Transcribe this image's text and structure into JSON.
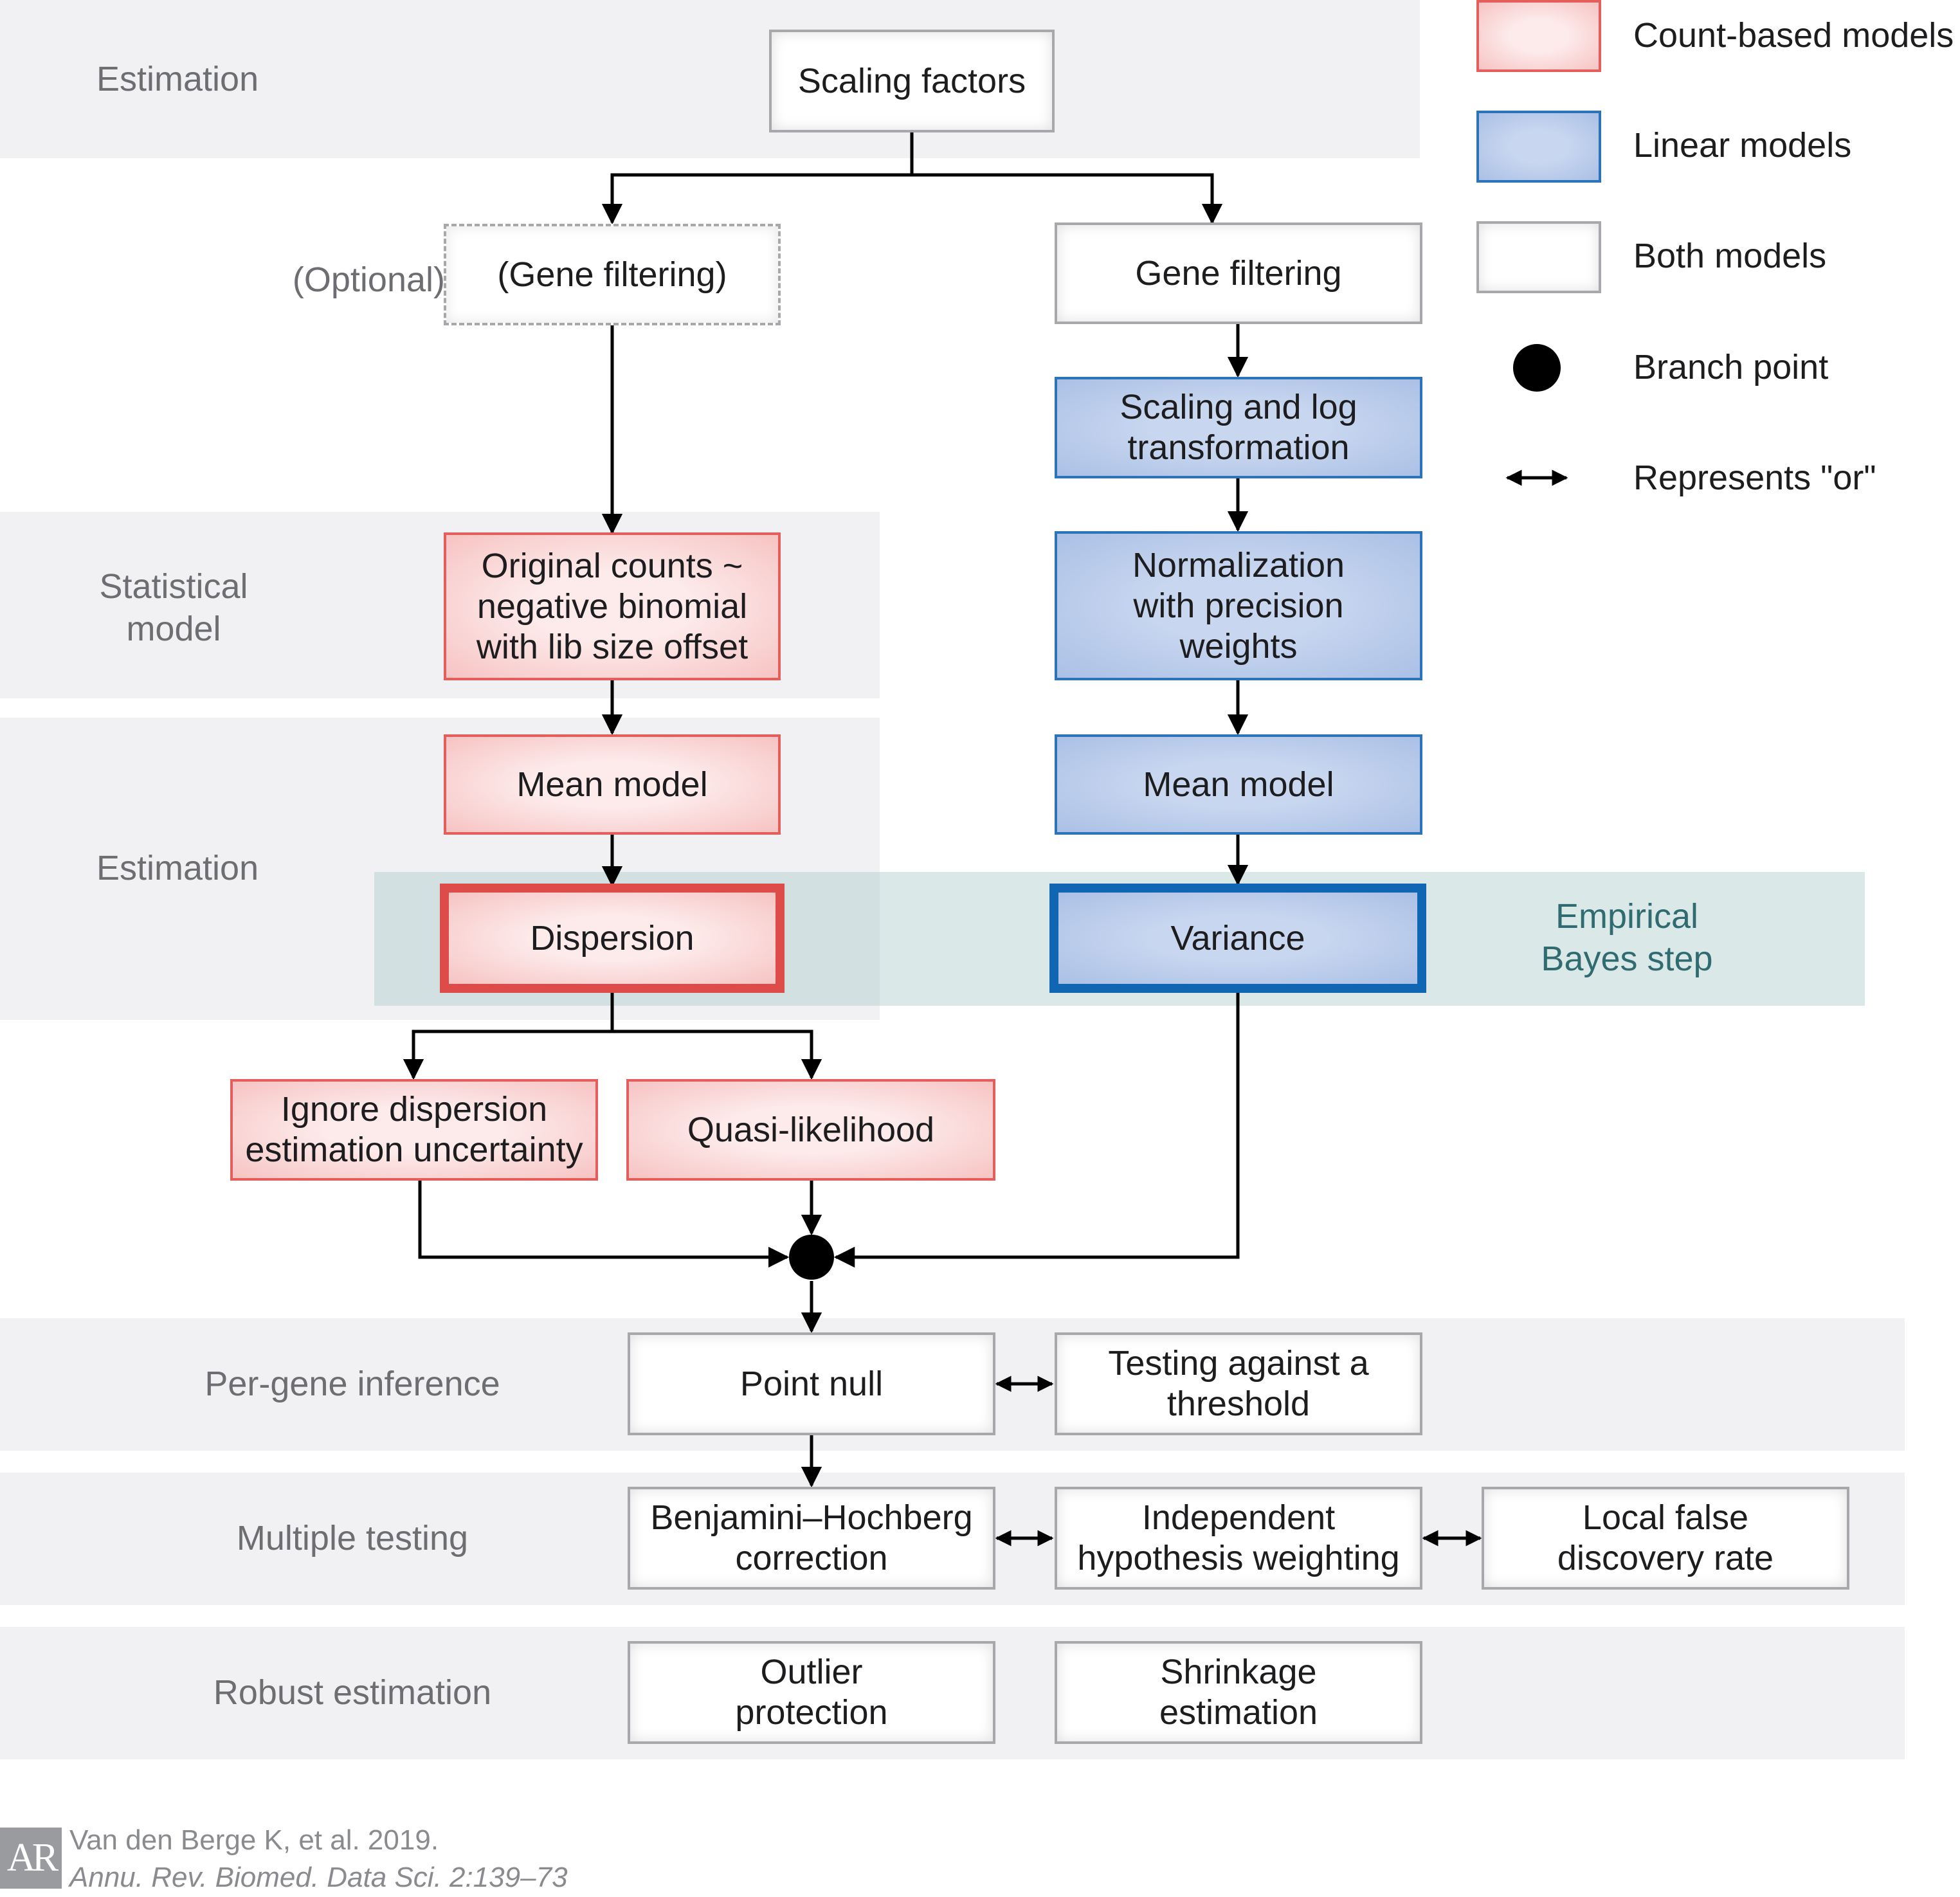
{
  "bands": {
    "estimation_top": "Estimation",
    "optional": "(Optional)",
    "statistical_model": "Statistical\nmodel",
    "estimation_mid": "Estimation",
    "per_gene_inference": "Per-gene inference",
    "multiple_testing": "Multiple testing",
    "robust_estimation": "Robust estimation",
    "empirical_bayes": "Empirical\nBayes step"
  },
  "nodes": {
    "scaling_factors": "Scaling factors",
    "gene_filtering_optional": "(Gene filtering)",
    "gene_filtering": "Gene filtering",
    "scaling_log": "Scaling and log\ntransformation",
    "original_counts": "Original counts ~\nnegative binomial\nwith lib size offset",
    "normalization": "Normalization\nwith precision\nweights",
    "mean_model_count": "Mean model",
    "mean_model_linear": "Mean model",
    "dispersion": "Dispersion",
    "variance": "Variance",
    "ignore_dispersion": "Ignore dispersion\nestimation uncertainty",
    "quasi_likelihood": "Quasi-likelihood",
    "point_null": "Point null",
    "testing_threshold": "Testing against a\nthreshold",
    "benjamini_hochberg": "Benjamini–Hochberg\ncorrection",
    "ihw": "Independent\nhypothesis weighting",
    "local_fdr": "Local false\ndiscovery rate",
    "outlier_protection": "Outlier\nprotection",
    "shrinkage_estimation": "Shrinkage\nestimation"
  },
  "legend": {
    "count_based": "Count-based models",
    "linear": "Linear models",
    "both": "Both models",
    "branch_point": "Branch point",
    "represents_or": "Represents \"or\""
  },
  "colors": {
    "count_border": "#e45e5c",
    "linear_border": "#2d73b8",
    "both_border": "#a6a8ab",
    "band": "#f1f1f3",
    "arrow": "#000000"
  },
  "citation": {
    "logo": "AR",
    "line1": "Van den Berge K, et al. 2019.",
    "line2": "Annu. Rev. Biomed. Data Sci. 2:139–73"
  }
}
